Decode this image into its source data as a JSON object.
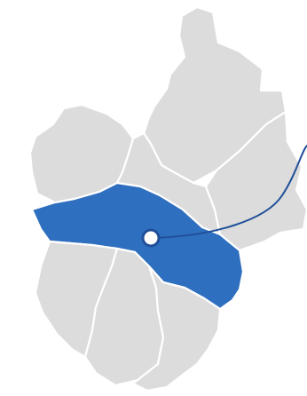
{
  "map": {
    "colors": {
      "background": "#ffffff",
      "region_fill": "#dcdcdc",
      "region_border": "#ffffff",
      "highlight_fill": "#2f6fbf",
      "leader_line": "#1f4f99",
      "marker_fill": "#ffffff",
      "marker_stroke": "#1f4f99"
    },
    "highlighted_region": "central-band",
    "regions": [
      {
        "id": "northeast"
      },
      {
        "id": "northwest"
      },
      {
        "id": "north-central"
      },
      {
        "id": "east"
      },
      {
        "id": "central-band"
      },
      {
        "id": "southwest"
      },
      {
        "id": "south-central"
      },
      {
        "id": "southeast"
      }
    ]
  }
}
